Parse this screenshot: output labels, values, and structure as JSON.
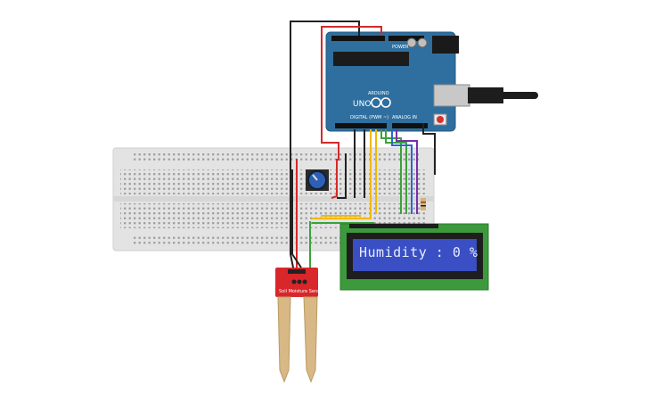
{
  "arduino": {
    "model_label": "UNO",
    "brand_label": "ARDUINO",
    "digital_label": "DIGITAL (PWM ~)",
    "power_label": "POWER",
    "analog_label": "ANALOG IN",
    "board_color": "#2f6f9f"
  },
  "lcd": {
    "text": "Humidity :  0  %",
    "screen_color": "#3a4fc4",
    "pcb_color": "#3c9a3c"
  },
  "sensor": {
    "label": "Soil Moisture Sensor",
    "pcb_color": "#d9262a"
  },
  "wires": {
    "black": "#222222",
    "red": "#d42a2a",
    "yellow": "#f0b800",
    "green": "#3aa23a",
    "purple": "#7b2fa8",
    "blue": "#2a66d4"
  }
}
